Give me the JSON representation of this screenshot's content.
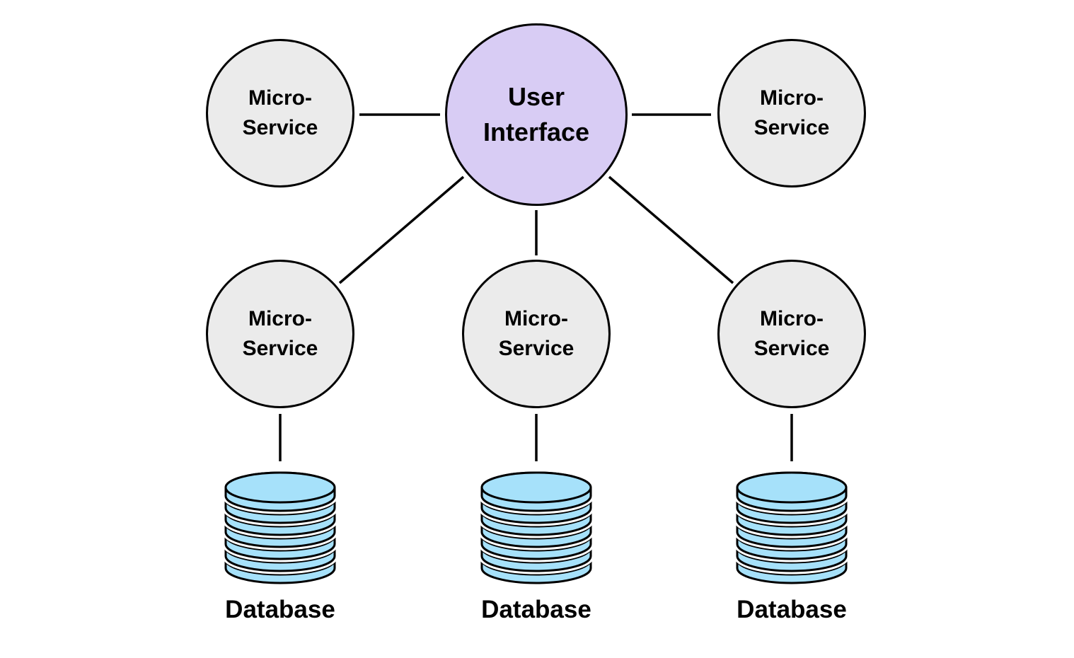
{
  "diagram": {
    "type": "architecture-diagram",
    "colors": {
      "user_interface_fill": "#d8ccf4",
      "microservice_fill": "#ebebeb",
      "database_fill": "#a6e1fa",
      "line": "#000000",
      "text": "#000000",
      "canvas": "#ffffff"
    },
    "nodes": [
      {
        "id": "microservice-top-left",
        "shape": "circle",
        "label": "Micro-\nService"
      },
      {
        "id": "user-interface",
        "shape": "circle",
        "label": "User\nInterface"
      },
      {
        "id": "microservice-top-right",
        "shape": "circle",
        "label": "Micro-\nService"
      },
      {
        "id": "microservice-mid-left",
        "shape": "circle",
        "label": "Micro-\nService"
      },
      {
        "id": "microservice-mid-center",
        "shape": "circle",
        "label": "Micro-\nService"
      },
      {
        "id": "microservice-mid-right",
        "shape": "circle",
        "label": "Micro-\nService"
      }
    ],
    "databases": [
      {
        "id": "database-left",
        "shape": "disk-stack",
        "label": "Database"
      },
      {
        "id": "database-center",
        "shape": "disk-stack",
        "label": "Database"
      },
      {
        "id": "database-right",
        "shape": "disk-stack",
        "label": "Database"
      }
    ],
    "edges": [
      {
        "from": "user-interface",
        "to": "microservice-top-left"
      },
      {
        "from": "user-interface",
        "to": "microservice-top-right"
      },
      {
        "from": "user-interface",
        "to": "microservice-mid-left"
      },
      {
        "from": "user-interface",
        "to": "microservice-mid-center"
      },
      {
        "from": "user-interface",
        "to": "microservice-mid-right"
      },
      {
        "from": "microservice-mid-left",
        "to": "database-left"
      },
      {
        "from": "microservice-mid-center",
        "to": "database-center"
      },
      {
        "from": "microservice-mid-right",
        "to": "database-right"
      }
    ]
  }
}
